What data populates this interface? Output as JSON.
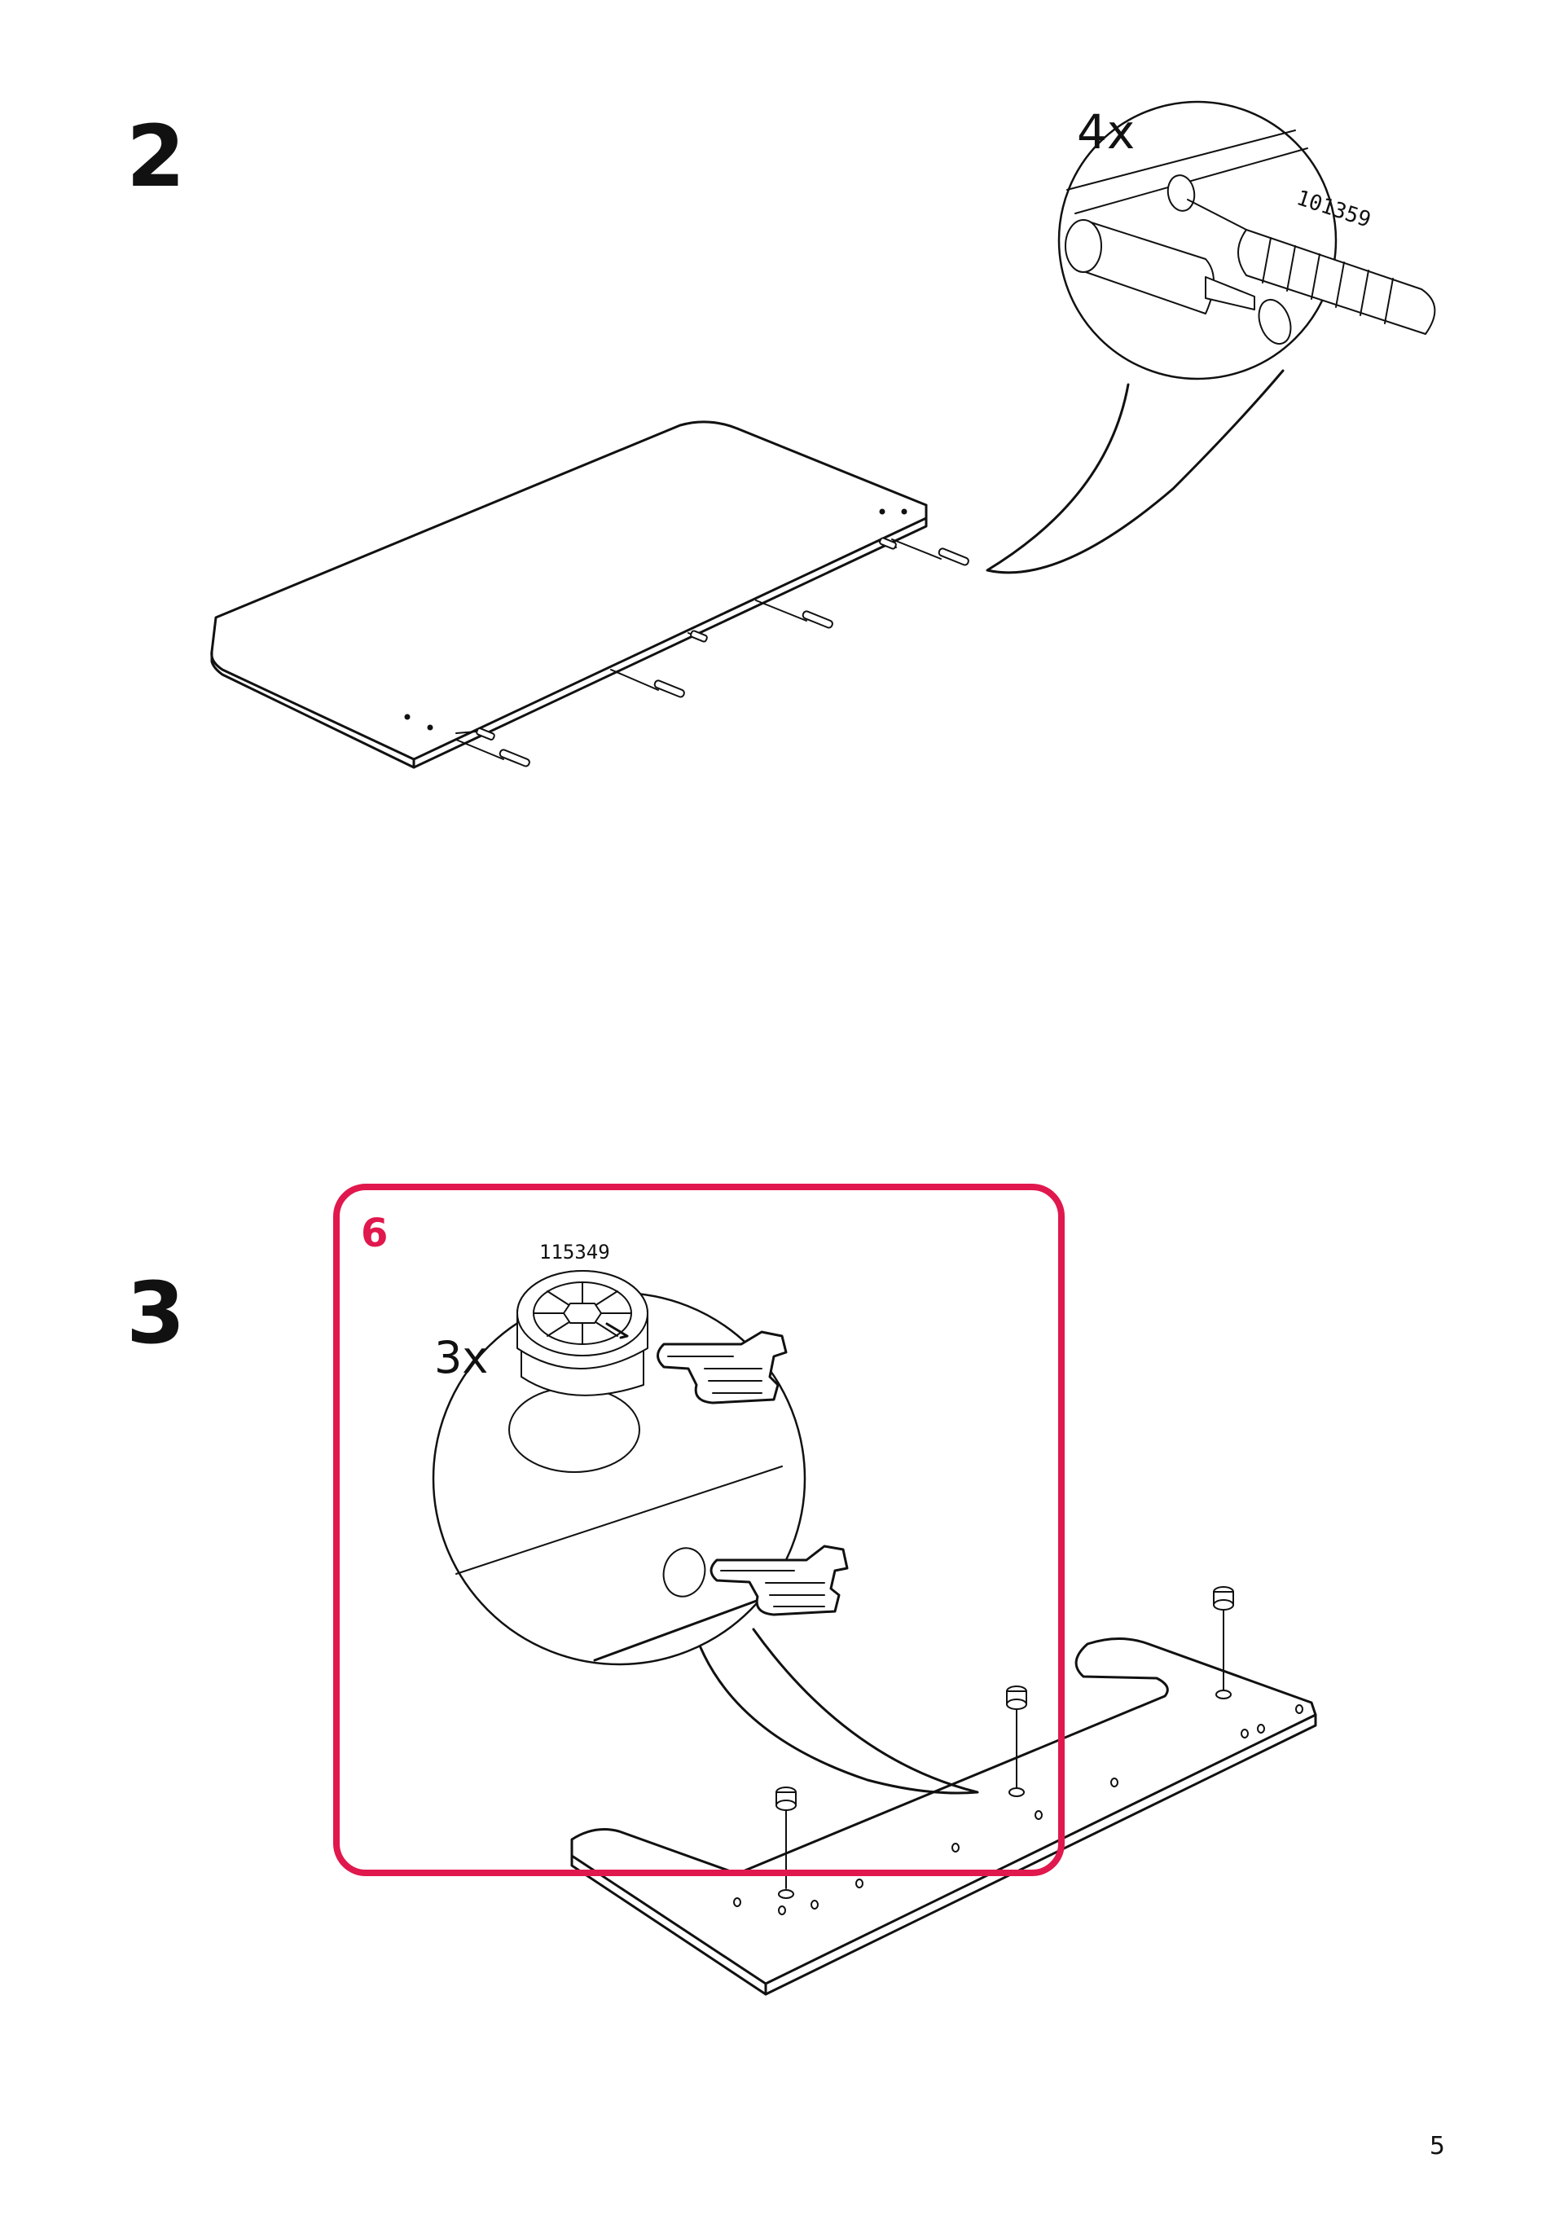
{
  "steps": [
    {
      "number": "2",
      "quantity": "4x",
      "part_number": "101359"
    },
    {
      "number": "3",
      "quantity": "3x",
      "part_number": "115349"
    }
  ],
  "detail_box": {
    "label": "6",
    "color": "#e0184d"
  },
  "page_number": "5",
  "icons": [
    "dowel-icon",
    "cam-lock-icon",
    "pointing-hand-icon"
  ]
}
